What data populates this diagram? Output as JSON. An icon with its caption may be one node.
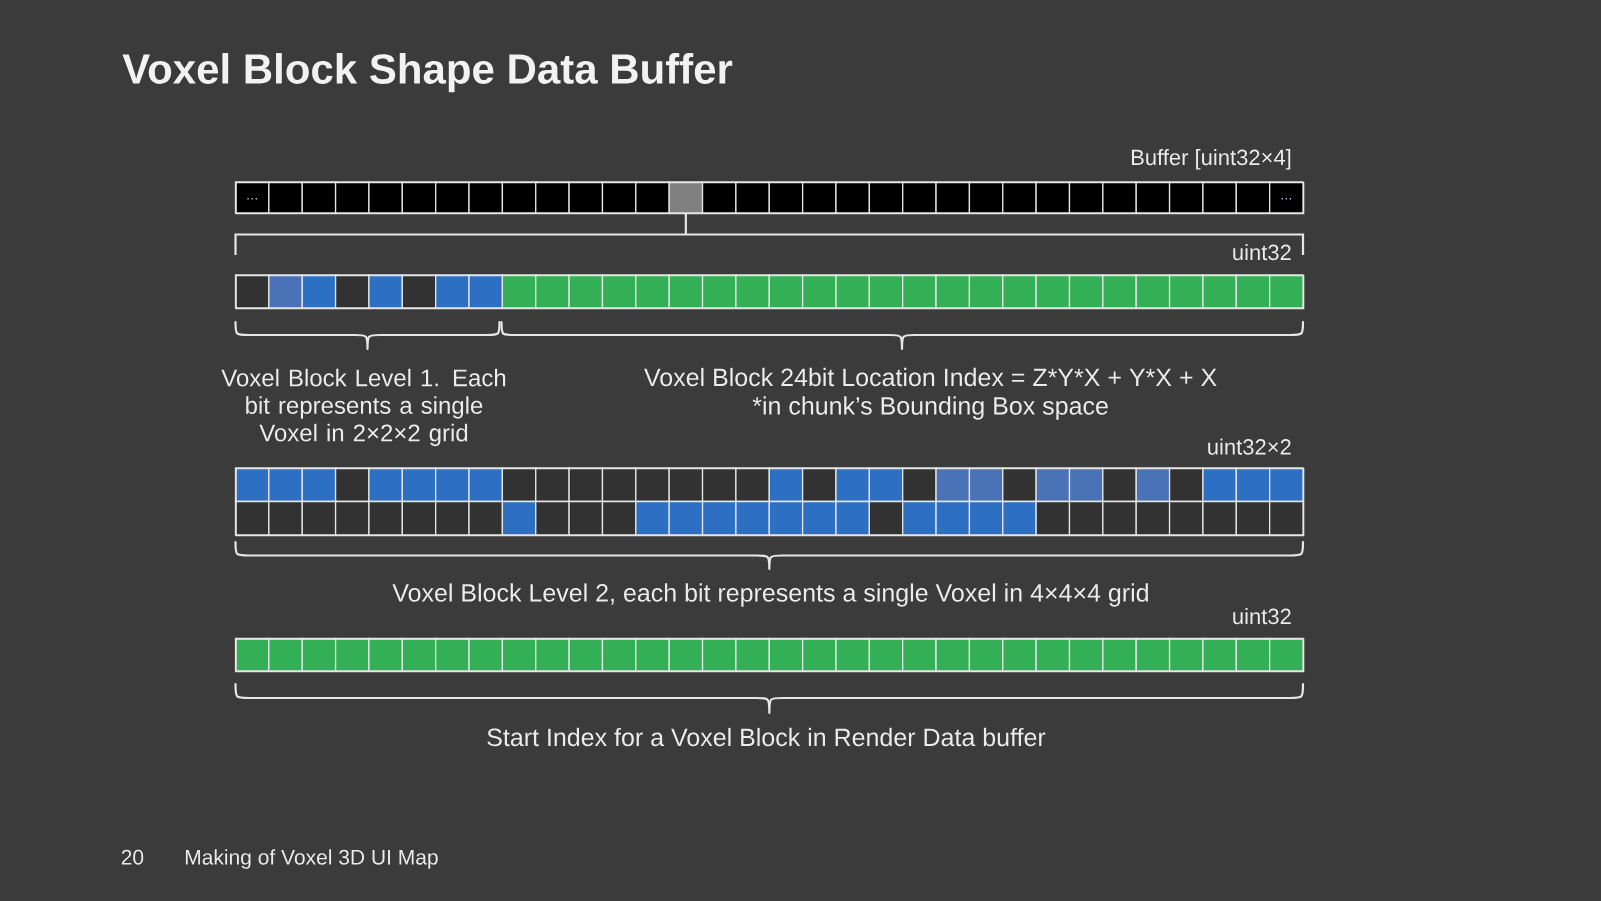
{
  "diagram": {
    "title": "Voxel Block Shape Data Buffer",
    "nodes": [
      {
        "text": [
          "Buffer [uint32×4]",
          "…",
          "…"
        ]
      },
      {
        "text": [
          "uint32"
        ]
      },
      {
        "text": [
          "uint32×2"
        ]
      },
      {
        "text": [
          "uint32"
        ]
      }
    ],
    "labels": [
      "Voxel Block Level 1. Each bit represents a single Voxel in 2×2×2 grid",
      "Voxel Block 24bit Location Index = Z*Y*X + Y*X + X",
      "*in chunk’s Bounding Box space",
      "Voxel Block Level 2, each bit represents a single Voxel in 4×4×4 grid",
      "Start Index for a Voxel Block in Render Data buffer",
      "20",
      "Making of Voxel 3D UI Map"
    ]
  }
}
